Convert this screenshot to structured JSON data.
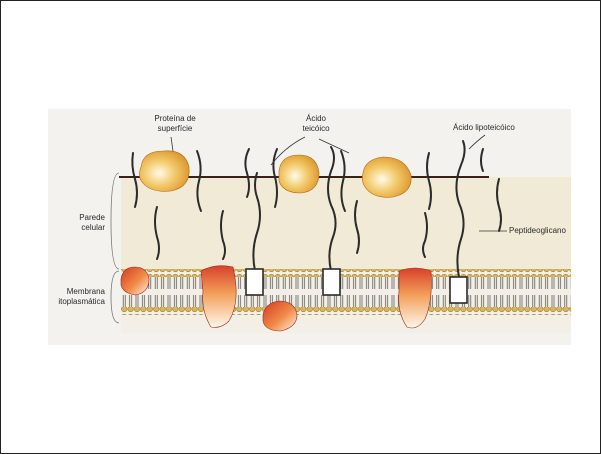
{
  "labels": {
    "surface_protein": [
      "Proteína de",
      "superfície"
    ],
    "teichoic_acid": [
      "Ácido",
      "teicóico"
    ],
    "lipoteichoic_acid": "Ácido lipoteicóico",
    "cell_wall": [
      "Parede",
      "celular"
    ],
    "peptidoglycan": "Peptideoglicano",
    "membrane": [
      "Membrana",
      "itoplasmática"
    ]
  },
  "colors": {
    "frame_border": "#222222",
    "panel_bg": "#f4f2ee",
    "wall_fill": "#f1ead7",
    "lipid_head": "#d9b65a",
    "protein_orange": "#e49a2a",
    "protein_red": "#d2442a",
    "line": "#2a2a2a"
  }
}
